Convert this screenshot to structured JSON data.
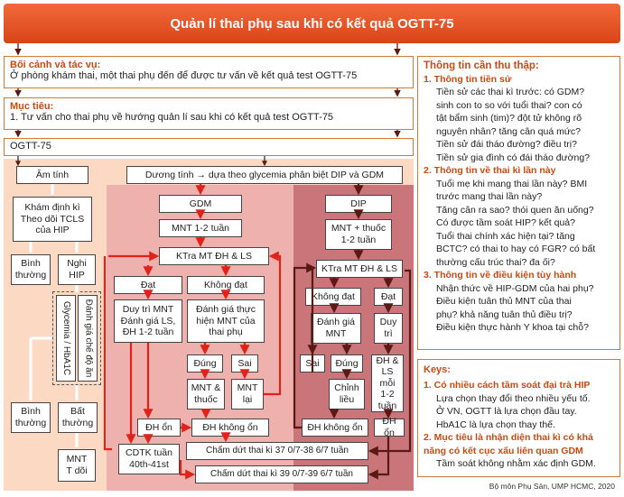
{
  "title": "Quản lí thai phụ sau khi có kết quả OGTT-75",
  "context": {
    "heading": "Bối cảnh và tác vụ:",
    "text": "Ở phòng khám thai, một thai phụ đến để được tư vấn về kết quả test OGTT-75"
  },
  "objective": {
    "heading": "Mục tiêu:",
    "text": "1. Tư vấn cho thai phụ về hướng quản lí sau khi có kết quả test OGTT-75"
  },
  "flow": {
    "ogtt": "OGTT-75",
    "am_tinh": "Âm tính",
    "kham_dinh_ki": "Khám định kì\nTheo dõi TCLS\ncủa HIP",
    "binh_thuong_1": "Bình\nthường",
    "nghi_hip": "Nghi\nHIP",
    "glycemia": "Glycemia / HbA1C",
    "danh_gia_che_do_an": "Đánh giá chế độ ăn",
    "binh_thuong_2": "Bình\nthường",
    "bat_thuong": "Bất\nthường",
    "mnt_tdoi": "MNT\nT dõi",
    "duong_tinh": "Dương tính → dựa theo glycemia phân biệt DIP và GDM",
    "gdm": "GDM",
    "mnt_12": "MNT 1-2 tuần",
    "ktra_gdm": "KTra MT ĐH & LS",
    "dat_gdm": "Đạt",
    "khong_dat_gdm": "Không đạt",
    "duy_tri_mnt": "Duy trì MNT\nĐánh giá LS,\nĐH 1-2 tuần",
    "danh_gia_thuc_hien": "Đánh giá thực\nhiện MNT của\nthai phụ",
    "dung_gdm": "Đúng",
    "sai_gdm": "Sai",
    "mnt_thuoc": "MNT &\nthuốc",
    "mnt_lai": "MNT\nlại",
    "dh_on_gdm": "ĐH ổn",
    "dh_khong_on_gdm": "ĐH không ổn",
    "cdtk": "CDTK tuần\n40th-41st",
    "cham_dut_37": "Chấm dứt thai kì 37 0/7-38 6/7 tuần",
    "cham_dut_39": "Chấm dứt thai kì 39 0/7-39 6/7 tuần",
    "dip": "DIP",
    "mnt_thuoc_dip": "MNT + thuốc\n1-2 tuần",
    "ktra_dip": "KTra MT ĐH & LS",
    "khong_dat_dip": "Không đạt",
    "dat_dip": "Đạt",
    "danh_gia_mnt": "Đánh giá\nMNT",
    "duy_tri": "Duy\ntrì",
    "sai_dip": "Sai",
    "dung_dip": "Đúng",
    "dh_ls_moi": "ĐH &\nLS mỗi\n1-2\ntuần",
    "chinh_lieu": "Chỉnh\nliều",
    "dh_khong_on_dip": "ĐH không ổn",
    "dh_on_dip": "ĐH ổn"
  },
  "info": {
    "heading": "Thông tin cần thu thập:",
    "sections": [
      {
        "title": "1.  Thông tin tiền sử",
        "body": "Tiền sử các thai kì trước: có GDM?\nsinh con to so với tuổi thai? con có\ntật bẩm sinh (tim)? đột tử không rõ\nnguyên nhân? tăng cân quá mức?\nTiền sử đái tháo đường? điều trị?\nTiền sử gia đình có đái tháo đường?"
      },
      {
        "title": "2.  Thông tin về thai kì lần này",
        "body": "Tuổi mẹ khi mang thai lần này? BMI\ntrước mang thai lần này?\nTăng cân ra sao? thói quen ăn uống?\nCó được tầm soát HIP? kết quả?\nTuổi thai chính xác hiện tại? tăng\nBCTC? có thai to hay có FGR? có bất\nthường cấu trúc thai? đa ối?"
      },
      {
        "title": "3.  Thông tin về điều kiện tùy hành",
        "body": "Nhận thức về HIP-GDM của hai phụ?\nĐiều kiện tuân thủ MNT của thai\nphụ? khả năng tuân thủ điều trị?\nĐiều kiện thực hành Y khoa tại chỗ?"
      }
    ]
  },
  "keys": {
    "heading": "Keys:",
    "items": [
      {
        "title": "1.  Có nhiều cách tầm soát đại trà HIP",
        "body": "Lựa chọn thay đổi theo nhiều yếu tố.\nỞ VN, OGTT là lựa chọn đầu tay.\nHbA1C là lựa chọn thay thế."
      },
      {
        "title": "2.  Mục tiêu là nhận diện thai kì có khả\n     năng có kết cục xấu liên quan GDM",
        "body": "Tầm soát không nhằm xác định GDM."
      }
    ]
  },
  "footer": "Bộ môn Phụ Sản, UMP HCMC, 2020",
  "colors": {
    "accent": "#d84418",
    "peach": "#fbd9c3",
    "pink": "#efb1ad",
    "maroon": "#c9757a",
    "arrow_red": "#e0231a",
    "arrow_dark": "#5a1a14"
  }
}
